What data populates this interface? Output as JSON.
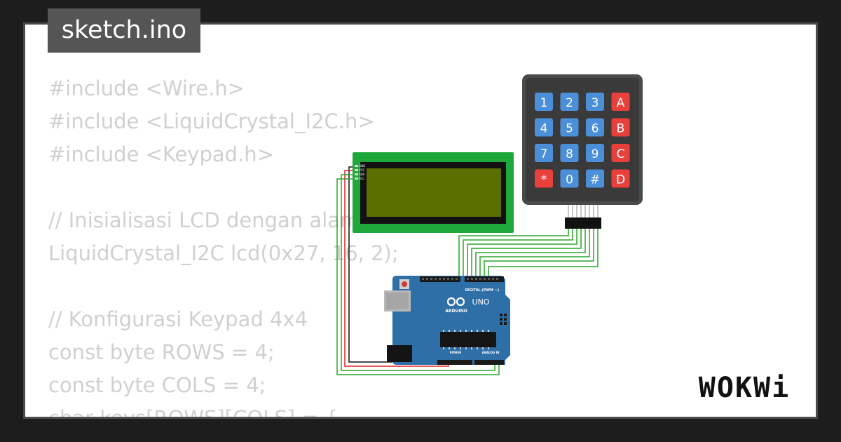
{
  "file_tab": {
    "label": "sketch.ino"
  },
  "code_lines": [
    "#include <Wire.h>",
    "#include <LiquidCrystal_I2C.h>",
    "#include <Keypad.h>",
    "",
    "// Inisialisasi LCD dengan alamat I2C 0x27",
    "LiquidCrystal_I2C lcd(0x27, 16, 2);",
    "",
    "// Konfigurasi Keypad 4x4",
    "const byte ROWS = 4;",
    "const byte COLS = 4;",
    "char keys[ROWS][COLS] = {"
  ],
  "keypad": {
    "keys": [
      "1",
      "2",
      "3",
      "A",
      "4",
      "5",
      "6",
      "B",
      "7",
      "8",
      "9",
      "C",
      "*",
      "0",
      "#",
      "D"
    ],
    "digit_color": "#4a8fd8",
    "letter_color": "#e8403b"
  },
  "lcd": {
    "pin_labels": [
      "GND",
      "VCC",
      "SDA",
      "SCL"
    ],
    "screen_color": "#5b6e00",
    "board_color": "#1ea83a"
  },
  "arduino": {
    "brand": "ARDUINO",
    "model": "UNO",
    "digital_label": "DIGITAL (PWM ~)",
    "power_label": "POWER",
    "analog_label": "ANALOG IN",
    "board_color": "#2f6fa8"
  },
  "brand": {
    "logo_text": "WOKWi"
  },
  "colors": {
    "background": "#1d1d1d",
    "card": "#ffffff",
    "tab": "#555555",
    "code_text": "#d0d0d0",
    "wire_green": "#2aa52a",
    "wire_red": "#e02020",
    "wire_black": "#111111"
  }
}
